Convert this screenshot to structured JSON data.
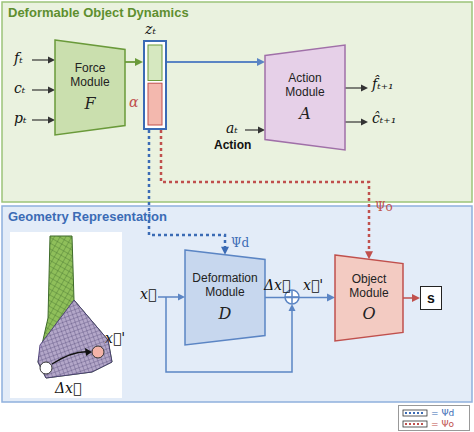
{
  "diagram": {
    "nodes": [
      {
        "text": [
          "Deformable Object Dynamics"
        ]
      },
      {
        "text": [
          "Force Module",
          "F"
        ],
        "in": 0
      },
      {
        "text": [
          "zₜ",
          "α"
        ],
        "in": 0
      },
      {
        "text": [
          "Action Module",
          "A"
        ],
        "in": 0
      },
      {
        "text": [
          "Geometry Representation"
        ]
      },
      {
        "text": [
          "Deformation Module",
          "D"
        ],
        "in": 4
      },
      {
        "text": [
          "Object Module",
          "O"
        ],
        "in": 4
      },
      {
        "text": [
          "s"
        ],
        "in": 4
      }
    ],
    "edges": [
      {
        "from": 1,
        "to": 2,
        "arrow": "to"
      },
      {
        "from": 2,
        "to": 3,
        "arrow": "to"
      },
      {
        "from": 2,
        "to": 5,
        "label": "Ψd",
        "arrow": "to"
      },
      {
        "from": 2,
        "to": 6,
        "label": "Ψo",
        "arrow": "to"
      },
      {
        "from": 5,
        "to": 6,
        "arrow": "to"
      },
      {
        "from": 6,
        "to": 7,
        "arrow": "to"
      }
    ],
    "labels": [
      "fₜ",
      "cₜ",
      "pₜ",
      "aₜ",
      "Action",
      "f̂ₜ₊₁",
      "ĉₜ₊₁",
      "x⃗'",
      "Δx⃗",
      "x⃗",
      "Δx⃗",
      "x⃗'"
    ],
    "legend": [
      {
        "text": "= Ψd"
      },
      {
        "text": "= Ψo"
      }
    ]
  }
}
